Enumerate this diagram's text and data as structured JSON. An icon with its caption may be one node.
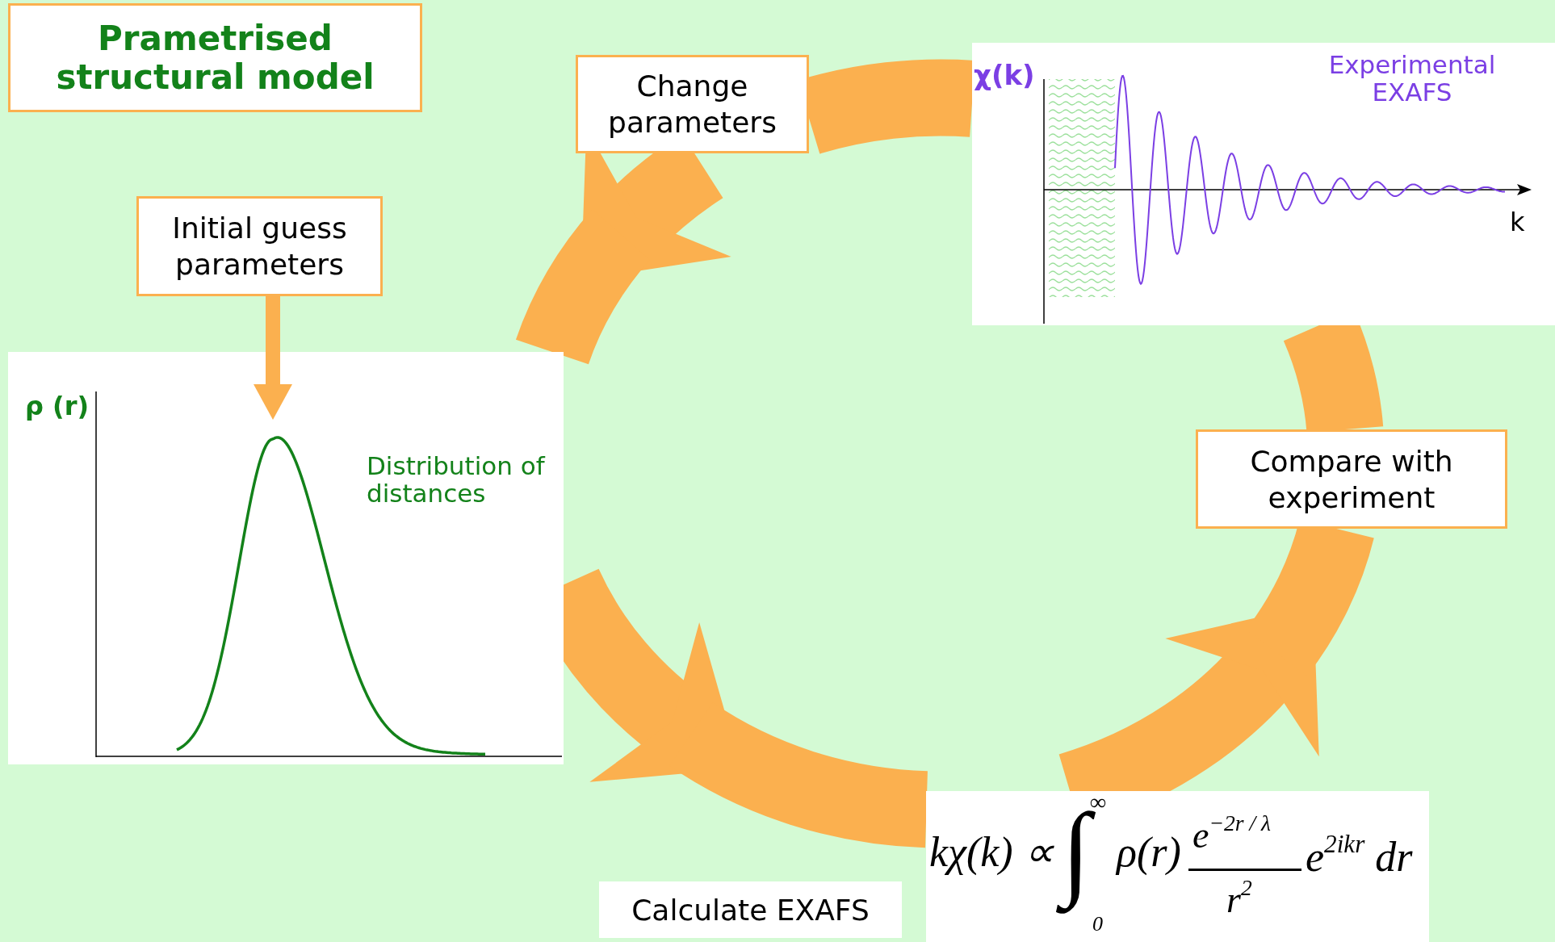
{
  "diagram": {
    "nodes": [
      {
        "text": [
          "Prametrised structural model"
        ]
      },
      {
        "text": [
          "Change parameters"
        ]
      },
      {
        "text": [
          "χ(k)",
          "Experimental EXAFS",
          "k"
        ]
      },
      {
        "text": [
          "Initial guess parameters"
        ]
      },
      {
        "text": [
          "ρ (r)",
          "Distribution of distances"
        ]
      },
      {
        "text": [
          "Compare with experiment"
        ]
      },
      {
        "text": [
          "kχ(k) ∝",
          "∫",
          "∞",
          "0",
          "ρ(r)",
          "e$^{−2r / λ}$",
          "r$^{2}$",
          "e$^{2ikr}$ dr"
        ]
      },
      {
        "text": [
          "Calculate EXAFS"
        ]
      }
    ],
    "edges": [
      {
        "from": 3,
        "to": 4,
        "arrow": "to"
      },
      {
        "from": 1,
        "to": 4,
        "arrow": "to"
      },
      {
        "from": 4,
        "to": 6,
        "arrow": "to"
      },
      {
        "from": 6,
        "to": 5,
        "arrow": "to"
      },
      {
        "from": 5,
        "to": 2,
        "arrow": "none"
      },
      {
        "from": 2,
        "to": 1,
        "arrow": "none"
      }
    ]
  }
}
